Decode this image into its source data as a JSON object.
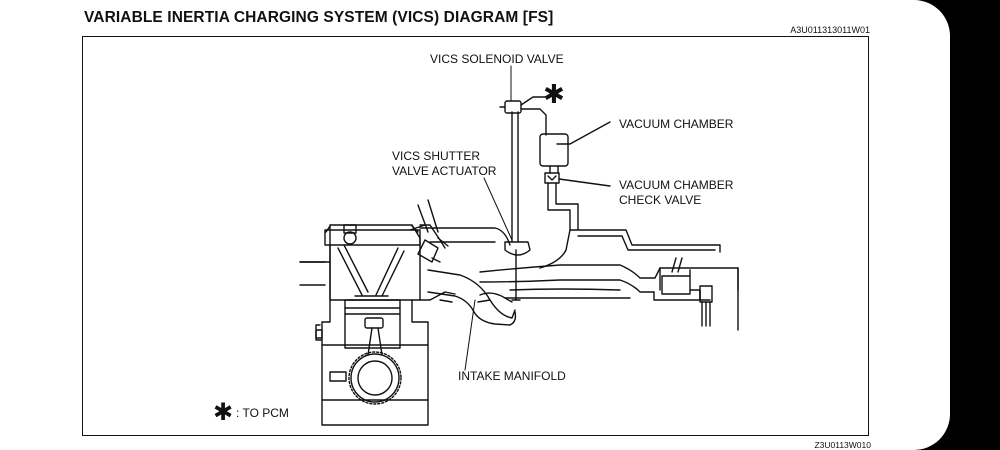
{
  "header": {
    "title": "VARIABLE INERTIA CHARGING SYSTEM (VICS) DIAGRAM [FS]",
    "doc_code": "A3U011313011W01"
  },
  "footer": {
    "figure_code": "Z3U0113W010"
  },
  "diagram": {
    "labels": {
      "solenoid_valve": "VICS SOLENOID VALVE",
      "vacuum_chamber": "VACUUM CHAMBER",
      "check_valve_1": "VACUUM CHAMBER",
      "check_valve_2": "CHECK VALVE",
      "actuator_1": "VICS SHUTTER",
      "actuator_2": "VALVE ACTUATOR",
      "intake_manifold": "INTAKE MANIFOLD"
    },
    "legend": {
      "symbol": "✱",
      "text": ": TO PCM"
    }
  }
}
